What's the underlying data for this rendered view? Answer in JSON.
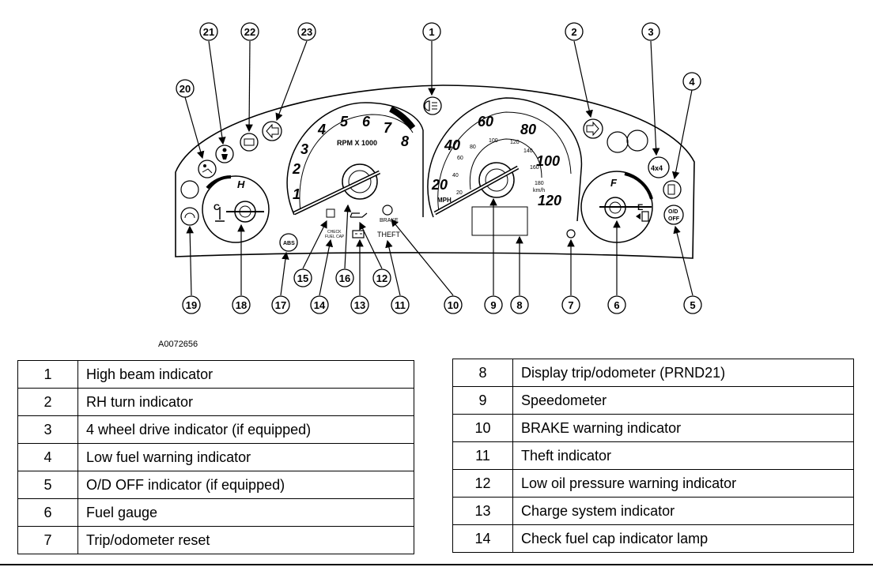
{
  "figure_id": "A0072656",
  "gauges": {
    "tach_label": "RPM X 1000",
    "tach_ticks": [
      "1",
      "2",
      "3",
      "4",
      "5",
      "6",
      "7",
      "8"
    ],
    "speed_outer_ticks": [
      "20",
      "40",
      "60",
      "80",
      "100",
      "120"
    ],
    "speed_inner_ticks": [
      "20",
      "40",
      "60",
      "80",
      "100",
      "120",
      "140",
      "160",
      "180"
    ],
    "speed_mph_label": "MPH",
    "speed_kmh_label": "km/h",
    "temp_h": "H",
    "temp_c": "C",
    "fuel_f": "F",
    "fuel_e": "E"
  },
  "indicator_labels": {
    "brake": "BRAKE",
    "theft": "THEFT",
    "fourx4": "4x4",
    "od_line1": "O/D",
    "od_line2": "OFF",
    "check_fuel_cap_1": "CHECK",
    "check_fuel_cap_2": "FUEL CAP",
    "abs": "ABS"
  },
  "callouts": [
    "1",
    "2",
    "3",
    "4",
    "5",
    "6",
    "7",
    "8",
    "9",
    "10",
    "11",
    "12",
    "13",
    "14",
    "15",
    "16",
    "17",
    "18",
    "19",
    "20",
    "21",
    "22",
    "23"
  ],
  "legend_left": [
    {
      "num": "1",
      "text": "High beam indicator"
    },
    {
      "num": "2",
      "text": "RH turn indicator"
    },
    {
      "num": "3",
      "text": "4 wheel drive indicator (if equipped)"
    },
    {
      "num": "4",
      "text": "Low fuel warning indicator"
    },
    {
      "num": "5",
      "text": "O/D OFF indicator (if equipped)"
    },
    {
      "num": "6",
      "text": "Fuel gauge"
    },
    {
      "num": "7",
      "text": "Trip/odometer reset"
    }
  ],
  "legend_right": [
    {
      "num": "8",
      "text": "Display trip/odometer (PRND21)"
    },
    {
      "num": "9",
      "text": "Speedometer"
    },
    {
      "num": "10",
      "text": "BRAKE warning indicator"
    },
    {
      "num": "11",
      "text": "Theft indicator"
    },
    {
      "num": "12",
      "text": "Low oil pressure warning indicator"
    },
    {
      "num": "13",
      "text": "Charge system indicator"
    },
    {
      "num": "14",
      "text": "Check fuel cap indicator lamp"
    }
  ]
}
